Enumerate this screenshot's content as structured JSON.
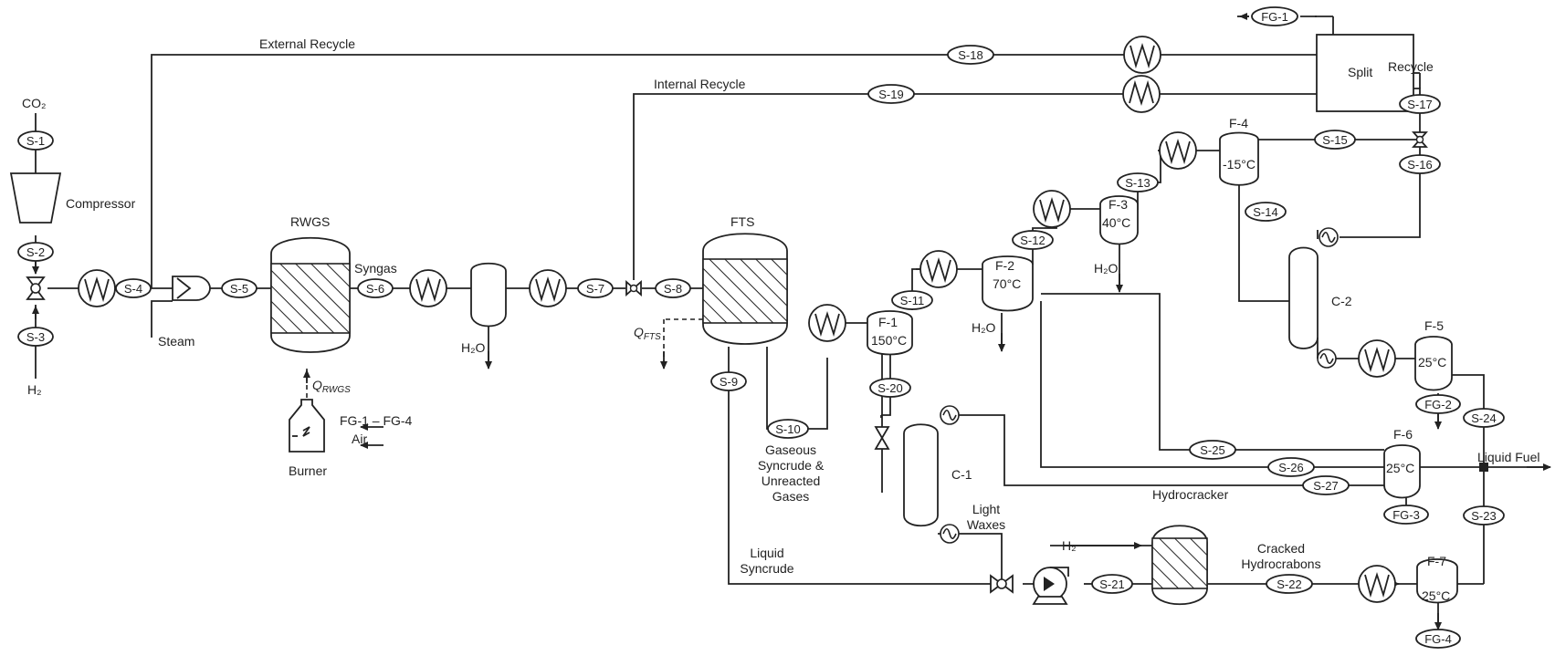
{
  "inputs": {
    "co2": "CO₂",
    "h2_feed": "H₂",
    "steam": "Steam",
    "h2_hc": "H₂",
    "air": "Air"
  },
  "equipment": {
    "compressor": "Compressor",
    "rwgs": "RWGS",
    "fts": "FTS",
    "burner": "Burner",
    "burner_fuel": "FG-1 – FG-4",
    "split": "Split",
    "c1": "C-1",
    "c2": "C-2",
    "hydrocracker": "Hydrocracker"
  },
  "flashes": {
    "f1": {
      "name": "F-1",
      "temp": "150°C"
    },
    "f2": {
      "name": "F-2",
      "temp": "70°C"
    },
    "f3": {
      "name": "F-3",
      "temp": "40°C"
    },
    "f4": {
      "name": "F-4",
      "temp": "-15°C"
    },
    "f5": {
      "name": "F-5",
      "temp": "25°C"
    },
    "f6": {
      "name": "F-6",
      "temp": "25°C"
    },
    "f7": {
      "name": "F-7",
      "temp": "25°C"
    }
  },
  "streams": {
    "s1": "S-1",
    "s2": "S-2",
    "s3": "S-3",
    "s4": "S-4",
    "s5": "S-5",
    "s6": "S-6",
    "s7": "S-7",
    "s8": "S-8",
    "s9": "S-9",
    "s10": "S-10",
    "s11": "S-11",
    "s12": "S-12",
    "s13": "S-13",
    "s14": "S-14",
    "s15": "S-15",
    "s16": "S-16",
    "s17": "S-17",
    "s18": "S-18",
    "s19": "S-19",
    "s20": "S-20",
    "s21": "S-21",
    "s22": "S-22",
    "s23": "S-23",
    "s24": "S-24",
    "s25": "S-25",
    "s26": "S-26",
    "s27": "S-27"
  },
  "fuel_gas": {
    "fg1": "FG-1",
    "fg2": "FG-2",
    "fg3": "FG-3",
    "fg4": "FG-4"
  },
  "labels": {
    "external_recycle": "External Recycle",
    "internal_recycle": "Internal Recycle",
    "recycle": "Recycle",
    "syngas": "Syngas",
    "water": "H₂O",
    "q_rwgs_main": "Q",
    "q_rwgs_sub": "RWGS",
    "q_fts_main": "Q",
    "q_fts_sub": "FTS",
    "gaseous_lines": [
      "Gaseous",
      "Syncrude &",
      "Unreacted",
      "Gases"
    ],
    "liquid_syncrude_lines": [
      "Liquid",
      "Syncrude"
    ],
    "light_waxes_lines": [
      "Light",
      "Waxes"
    ],
    "cracked_lines": [
      "Cracked",
      "Hydrocrabons"
    ],
    "liquid_fuel": "Liquid Fuel"
  }
}
